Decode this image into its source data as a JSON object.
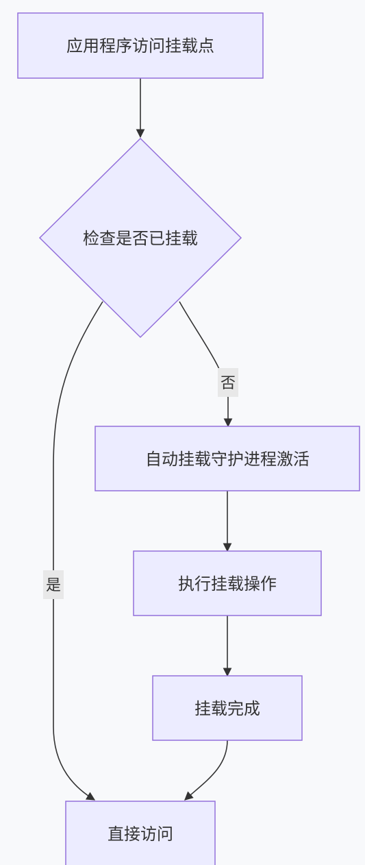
{
  "diagram": {
    "nodes": {
      "access_mount_point": "应用程序访问挂载点",
      "check_mounted": "检查是否已挂载",
      "automount_daemon": "自动挂载守护进程激活",
      "execute_mount": "执行挂载操作",
      "mount_complete": "挂载完成",
      "direct_access": "直接访问"
    },
    "edges": {
      "no_label": "否",
      "yes_label": "是"
    }
  }
}
